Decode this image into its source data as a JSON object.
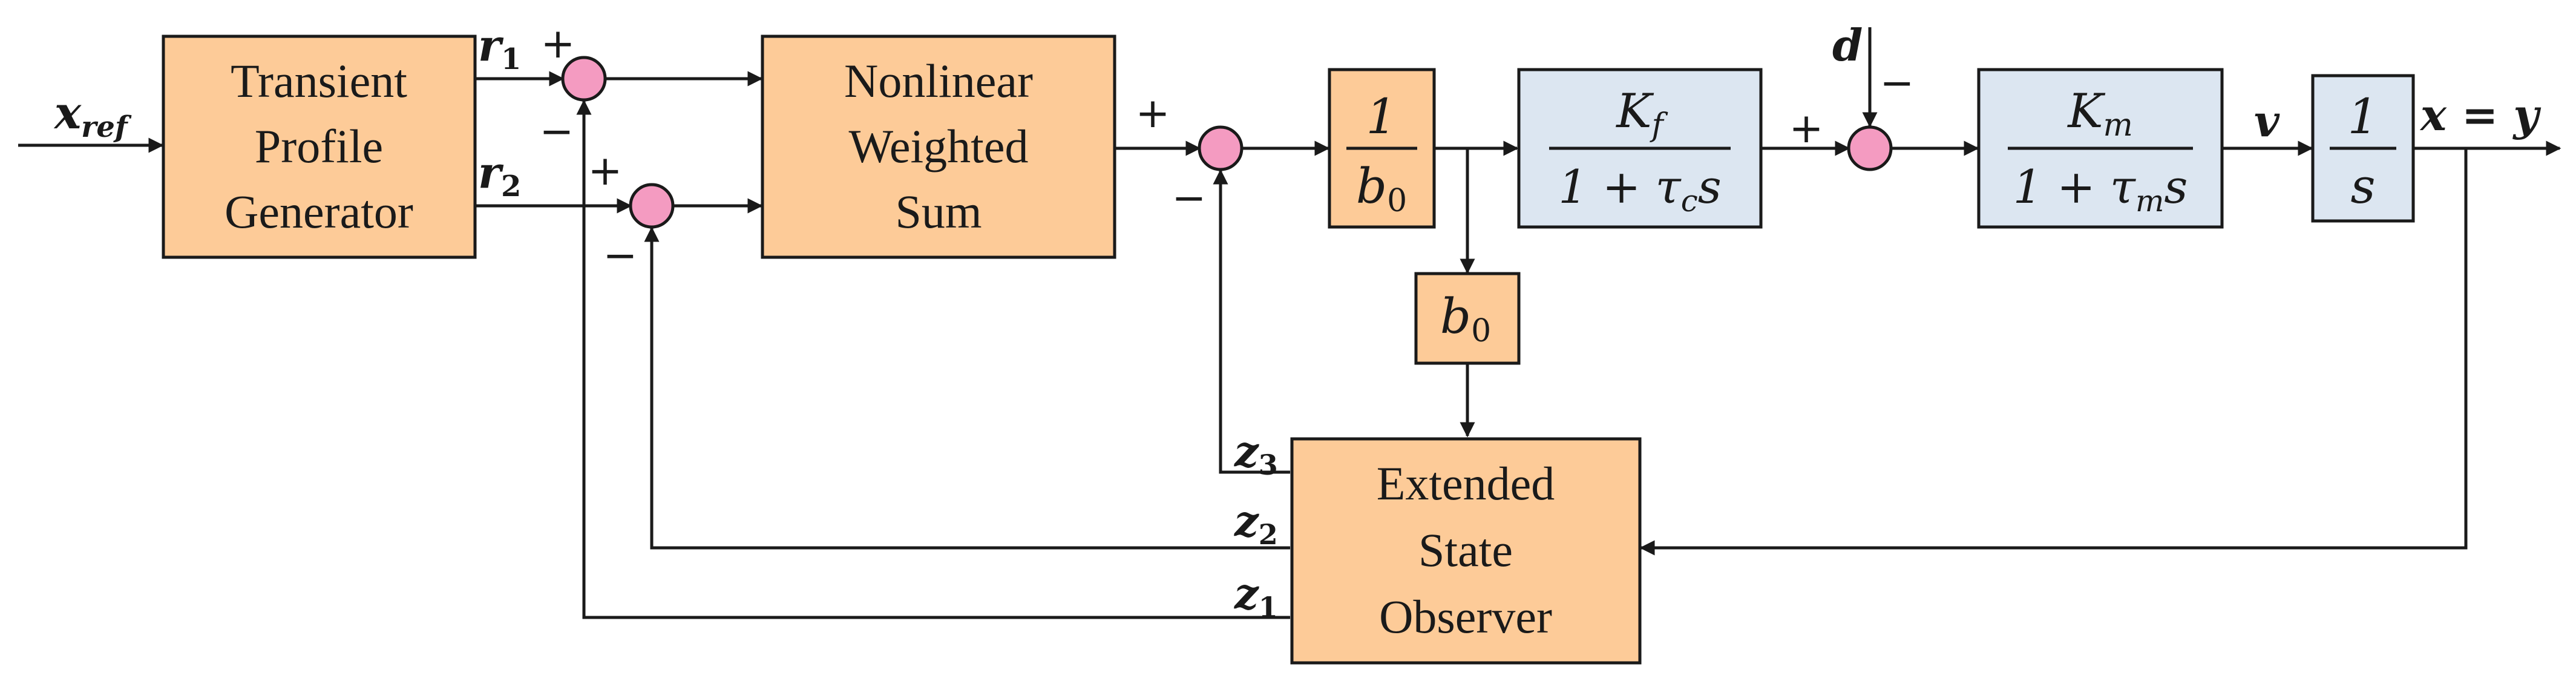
{
  "blocks": {
    "tpg": {
      "line1": "Transient",
      "line2": "Profile",
      "line3": "Generator"
    },
    "nws": {
      "line1": "Nonlinear",
      "line2": "Weighted",
      "line3": "Sum"
    },
    "inv_b0": {
      "num": "1",
      "den": "b",
      "den_sub": "0"
    },
    "b0": {
      "base": "b",
      "sub": "0"
    },
    "kf": {
      "num": "K",
      "num_sub": "f",
      "den": "1 + τ",
      "den_sub": "c",
      "den_tail": "s"
    },
    "km": {
      "num": "K",
      "num_sub": "m",
      "den": "1 + τ",
      "den_sub": "m",
      "den_tail": "s"
    },
    "integ": {
      "num": "1",
      "den": "s"
    },
    "eso": {
      "line1": "Extended",
      "line2": "State",
      "line3": "Observer"
    }
  },
  "signals": {
    "xref": {
      "base": "x",
      "sub": "ref"
    },
    "r1": {
      "base": "r",
      "sub": "1"
    },
    "r2": {
      "base": "r",
      "sub": "2"
    },
    "d": "d",
    "v": "v",
    "out": "x = y",
    "z1": {
      "base": "z",
      "sub": "1"
    },
    "z2": {
      "base": "z",
      "sub": "2"
    },
    "z3": {
      "base": "z",
      "sub": "3"
    }
  },
  "signs": {
    "s1_plus": "+",
    "s1_minus": "−",
    "s2_plus": "+",
    "s2_minus": "−",
    "s3_plus": "+",
    "s3_minus": "−",
    "s4_plus": "+",
    "s4_minus": "−"
  },
  "colors": {
    "orange_block": "#FDCB98",
    "blue_block": "#DCE6F1",
    "summing_junction": "#F49BC1"
  }
}
